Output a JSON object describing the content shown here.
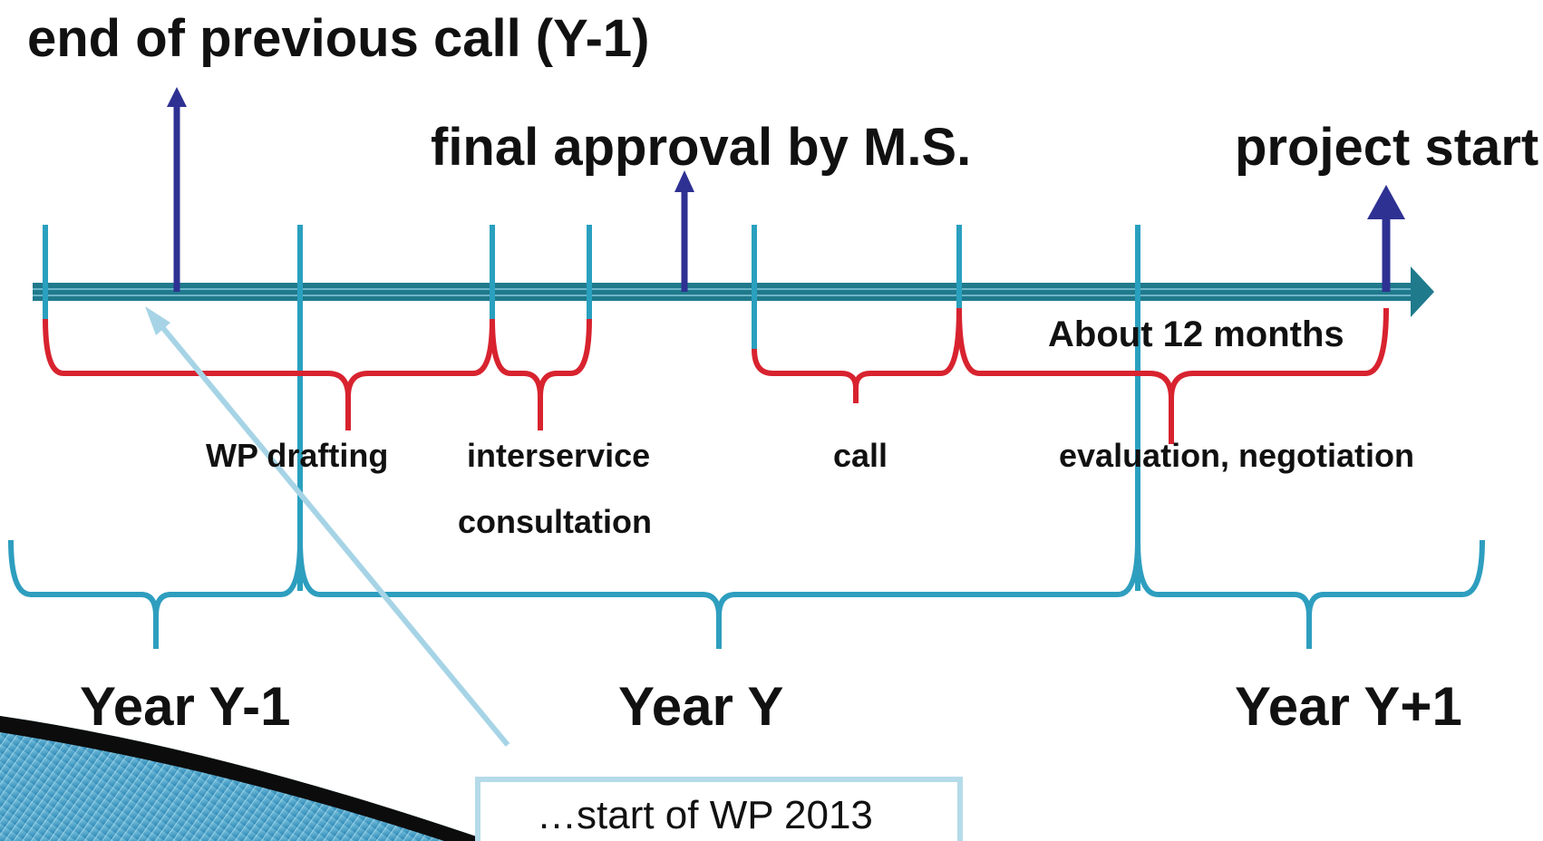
{
  "labels": {
    "end_prev_call": "end of previous call (Y-1)",
    "final_approval": "final approval by M.S.",
    "project_start": "project start",
    "about_12_months": "About 12 months",
    "wp_drafting": "WP drafting",
    "interservice_line1": "interservice",
    "interservice_line2": "consultation",
    "call": "call",
    "evaluation_negotiation": "evaluation, negotiation",
    "year_prev": "Year Y-1",
    "year_current": "Year Y",
    "year_next": "Year Y+1",
    "callout": "…start of WP 2013"
  },
  "colors": {
    "timeline": "#1f7a8c",
    "tick": "#2aa0bf",
    "phase_brace": "#d8232f",
    "year_brace": "#2e9ebf",
    "milestone_arrow": "#2e3192",
    "callout_arrow": "#a6d4e6",
    "callout_border": "#b5dbe9",
    "text": "#111111"
  }
}
